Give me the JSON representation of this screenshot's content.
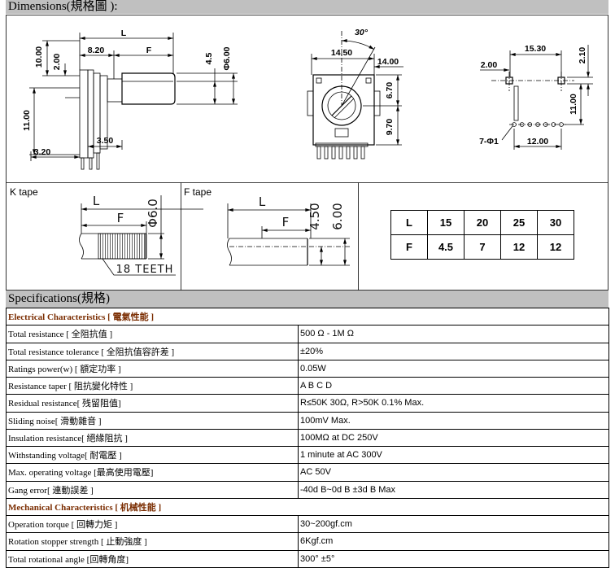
{
  "dimensions_header": "Dimensions(規格圖 ):",
  "side_view": {
    "l": "L",
    "d1": "8.20",
    "f": "F",
    "d2": "10.00",
    "d3": "2.00",
    "d4": "4.5",
    "d5": "Φ6.00",
    "d6": "11.00",
    "d7": "3.50",
    "d8": "3.20"
  },
  "front_view": {
    "angle": "30°",
    "d1": "14.50",
    "d2": "14.00",
    "d3": "6.70",
    "d4": "9.70"
  },
  "pin_layout": {
    "d1": "15.30",
    "d2": "2.00",
    "d3": "2.10",
    "d4": "11.00",
    "pins": "7-Φ1",
    "d5": "12.00"
  },
  "k_tape": {
    "title": "K tape",
    "l": "L",
    "f": "F",
    "dia": "Φ6.0",
    "teeth": "18 TEETH"
  },
  "f_tape": {
    "title": "F tape",
    "l": "L",
    "f": "F",
    "d1": "4.50",
    "d2": "6.00"
  },
  "lf_table": [
    [
      "L",
      "15",
      "20",
      "25",
      "30"
    ],
    [
      "F",
      "4.5",
      "7",
      "12",
      "12"
    ]
  ],
  "specs_header": "Specifications(規格)",
  "electrical": {
    "title": "Electrical Characteristics [ 電氣性能 ]",
    "rows": [
      {
        "label": "Total resistance [ 全阻抗值 ]",
        "value": "500 Ω - 1M Ω"
      },
      {
        "label": "Total resistance tolerance [ 全阻抗值容許差 ]",
        "value": "±20%"
      },
      {
        "label": "Ratings power(w) [ 額定功率 ]",
        "value": "0.05W"
      },
      {
        "label": "Resistance taper [ 阻抗變化特性 ]",
        "value": "A B C D"
      },
      {
        "label": "Residual resistance[ 残留阻值]",
        "value": "R≤50K 30Ω, R>50K 0.1% Max."
      },
      {
        "label": "Sliding noise[ 滑動雜音 ]",
        "value": "100mV Max."
      },
      {
        "label": "Insulation resistance[ 絕緣阻抗 ]",
        "value": "100MΩ at DC 250V"
      },
      {
        "label": "Withstanding voltage[ 耐電壓 ]",
        "value": "1 minute at AC 300V"
      },
      {
        "label": "Max. operating voltage [最高使用電壓]",
        "value": "AC 50V"
      },
      {
        "label": "Gang error[ 連動誤差 ]",
        "value": "-40d B~0d B ±3d B Max"
      }
    ]
  },
  "mechanical": {
    "title": "Mechanical Characteristics [ 机械性能 ]",
    "rows": [
      {
        "label": "Operation torque [ 回轉力矩 ]",
        "value": "30~200gf.cm"
      },
      {
        "label": "Rotation stopper strength [ 止動強度 ]",
        "value": "6Kgf.cm"
      },
      {
        "label": "Total rotational angle [回轉角度]",
        "value": "300° ±5°"
      }
    ]
  }
}
